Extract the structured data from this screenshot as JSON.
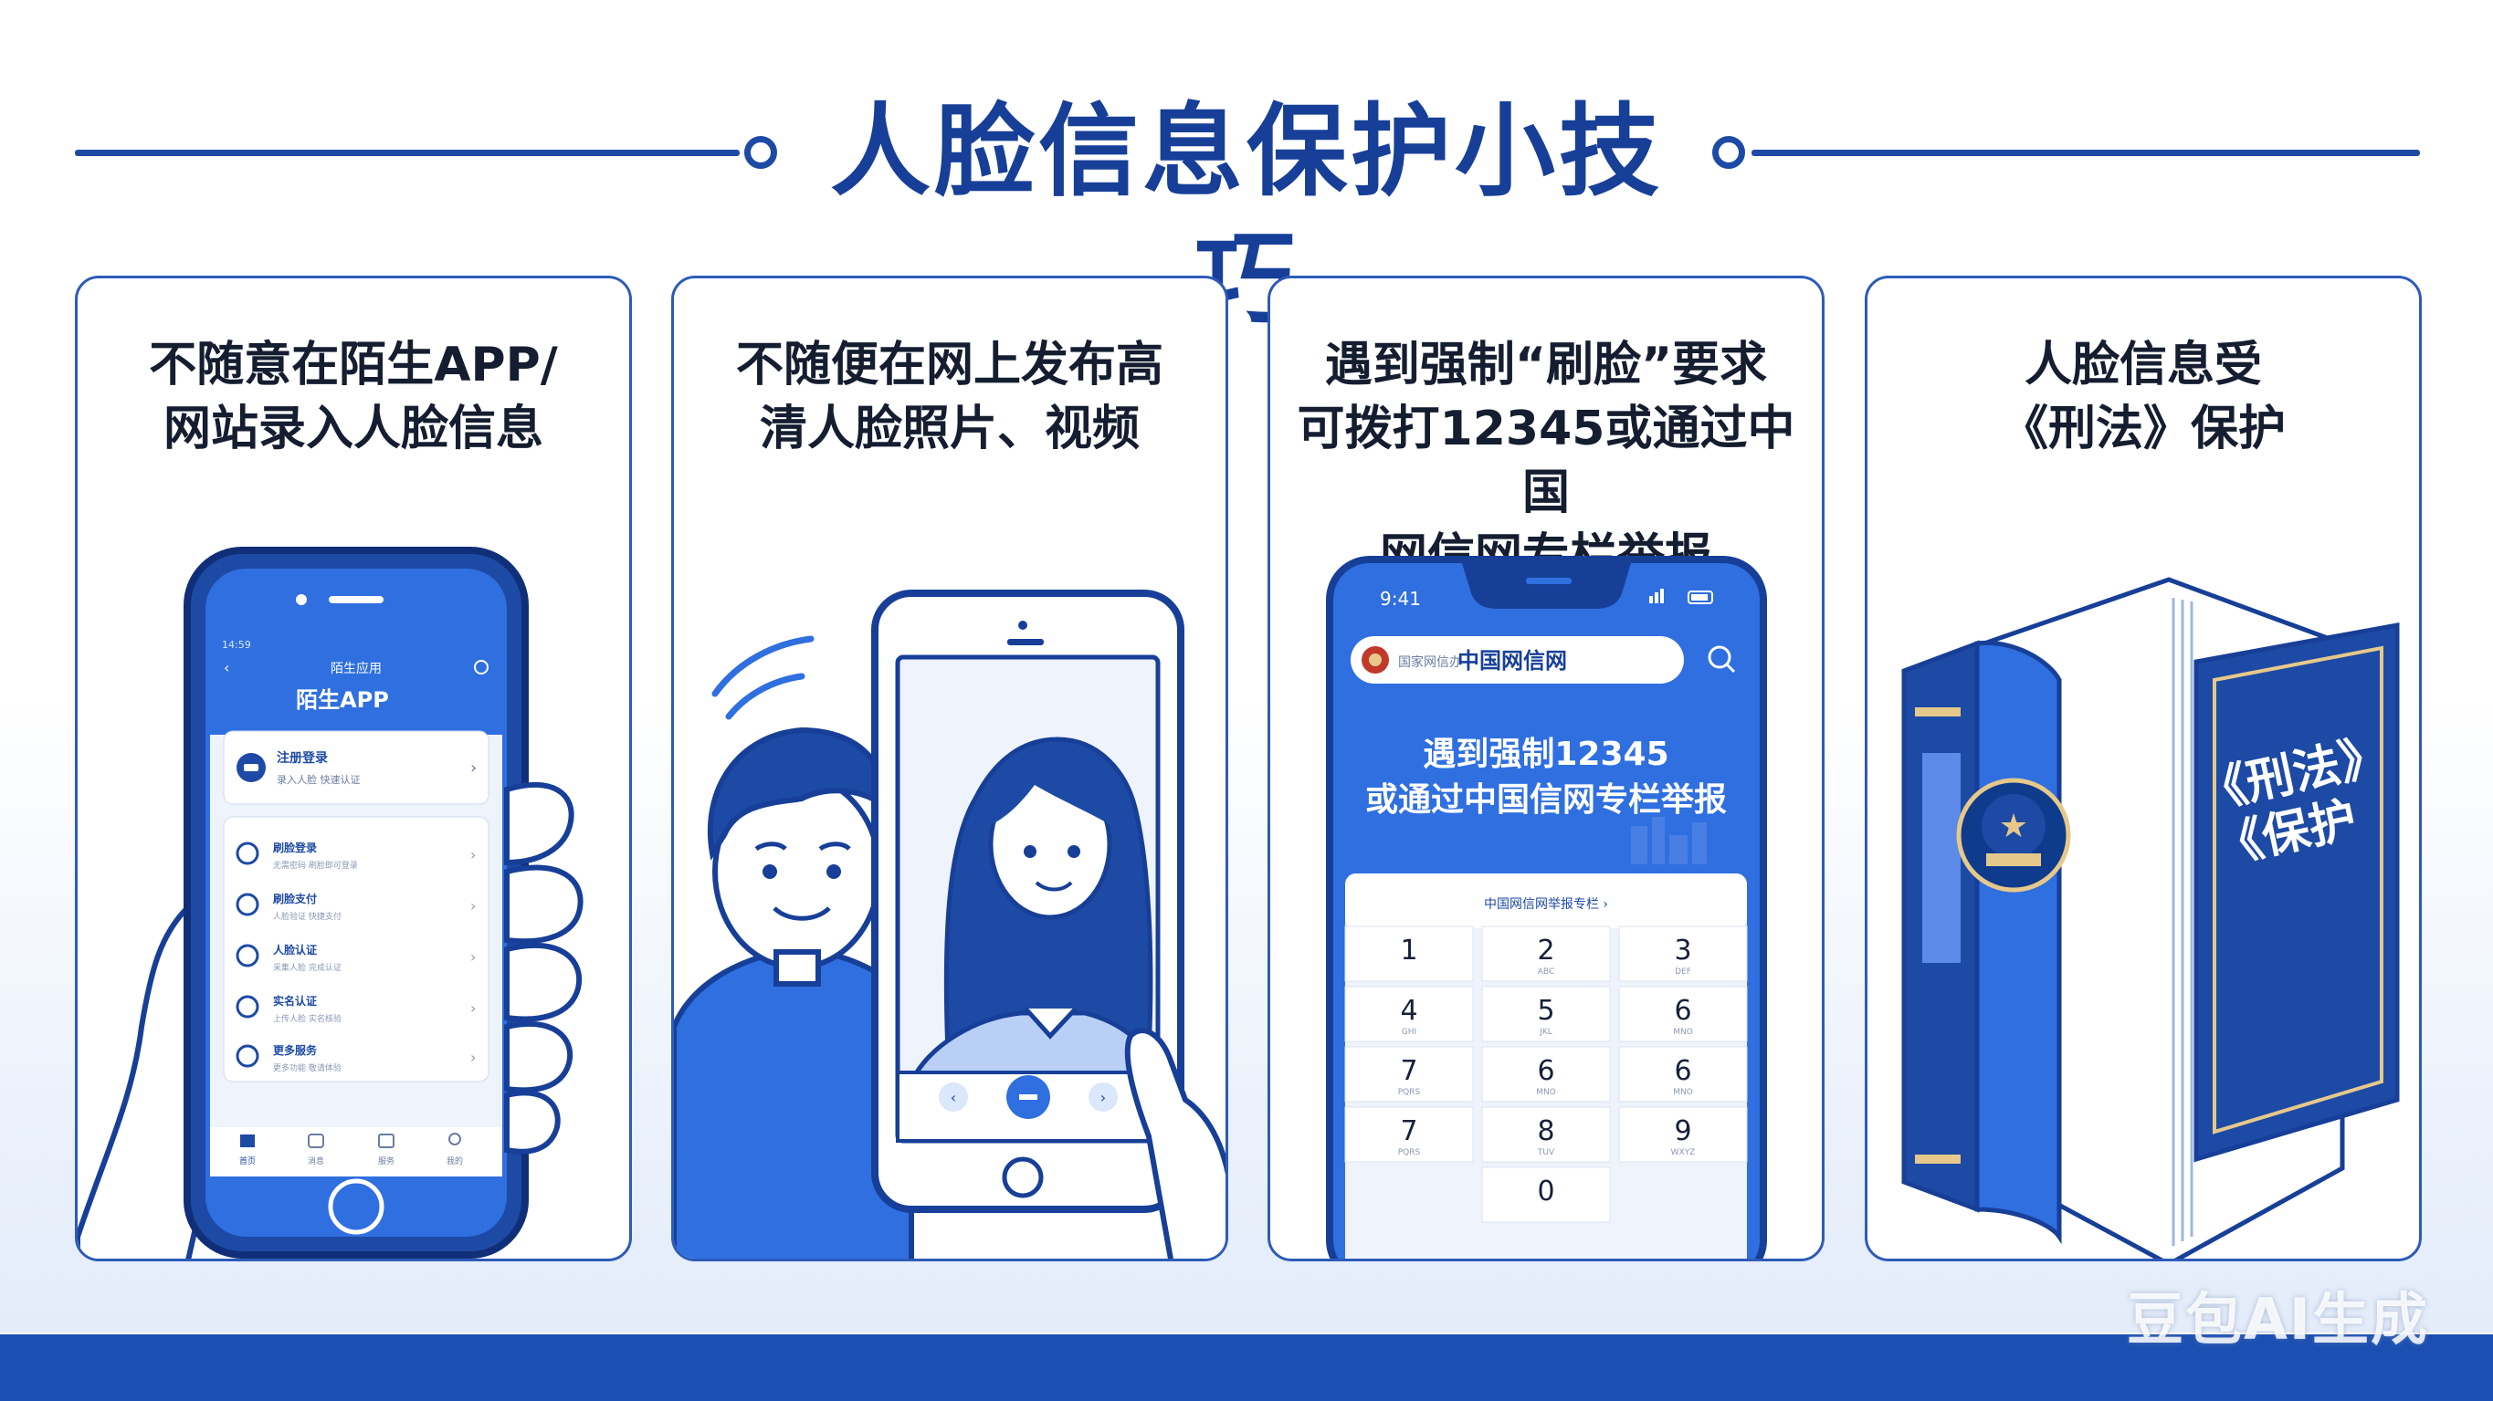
{
  "title": "人脸信息保护小技巧",
  "watermark": "豆包AI生成",
  "cards": [
    {
      "lines": [
        "不随意在陌生APP/",
        "网站录入人脸信息"
      ],
      "phone": {
        "status_left": "14:59",
        "nav_title": "陌生应用",
        "app_title": "陌生APP",
        "top_item": {
          "title": "注册登录",
          "sub": "录入人脸 快速认证"
        },
        "list_items": [
          {
            "title": "刷脸登录",
            "sub": "无需密码 刷脸即可登录"
          },
          {
            "title": "刷脸支付",
            "sub": "人脸验证 快捷支付"
          },
          {
            "title": "人脸认证",
            "sub": "采集人脸 完成认证"
          },
          {
            "title": "实名认证",
            "sub": "上传人脸 实名核验"
          },
          {
            "title": "更多服务",
            "sub": "更多功能 敬请体验"
          }
        ],
        "tabs": [
          "首页",
          "消息",
          "服务",
          "我的"
        ]
      }
    },
    {
      "lines": [
        "不随便在网上发布高",
        "清人脸照片、视频"
      ]
    },
    {
      "lines": [
        "遇到强制“刷脸”要求",
        "可拨打12345或通过中国",
        "网信网专栏举报"
      ],
      "phone": {
        "time": "9:41",
        "site_prefix": "国家网信办",
        "site_name": "中国网信网",
        "banner": [
          "遇到强制12345",
          "或通过中国信网专栏举报"
        ],
        "hint": "中国网信网举报专栏 ›",
        "keys": [
          {
            "num": "1",
            "sub": ""
          },
          {
            "num": "2",
            "sub": "ABC"
          },
          {
            "num": "3",
            "sub": "DEF"
          },
          {
            "num": "4",
            "sub": "GHI"
          },
          {
            "num": "5",
            "sub": "JKL"
          },
          {
            "num": "6",
            "sub": "MNO"
          },
          {
            "num": "7",
            "sub": "PQRS"
          },
          {
            "num": "6",
            "sub": "MNO"
          },
          {
            "num": "6",
            "sub": "MNO"
          },
          {
            "num": "7",
            "sub": "PQRS"
          },
          {
            "num": "8",
            "sub": "TUV"
          },
          {
            "num": "9",
            "sub": "WXYZ"
          },
          {
            "num": "0",
            "sub": ""
          }
        ]
      }
    },
    {
      "lines": [
        "人脸信息受",
        "《刑法》保护"
      ],
      "book": [
        "《刑法》",
        "《保护"
      ]
    }
  ],
  "colors": {
    "primary": "#1d4aa5",
    "accent": "#2f6fe0",
    "light": "#dbe7fb",
    "gold": "#e6c98a"
  }
}
